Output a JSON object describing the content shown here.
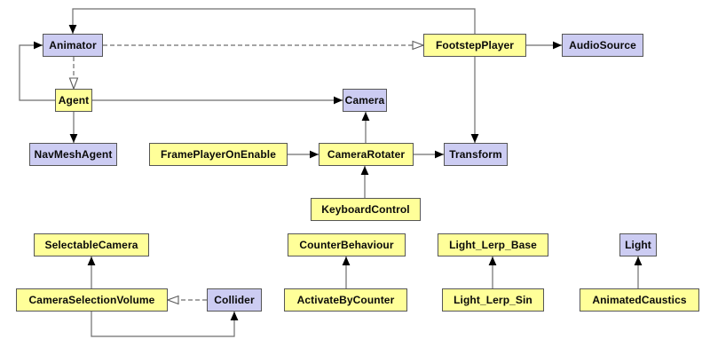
{
  "diagram": {
    "type": "component-dependency-diagram",
    "colors": {
      "script_fill": "#ffff99",
      "builtin_fill": "#ccccf2",
      "border": "#565656",
      "line": "#6e6e6e",
      "arrow_fill": "#000000",
      "background": "#ffffff",
      "text": "#0a0a0a"
    },
    "nodes": {
      "animator": {
        "label": "Animator",
        "kind": "builtin"
      },
      "footstep_player": {
        "label": "FootstepPlayer",
        "kind": "script"
      },
      "audio_source": {
        "label": "AudioSource",
        "kind": "builtin"
      },
      "agent": {
        "label": "Agent",
        "kind": "script"
      },
      "camera": {
        "label": "Camera",
        "kind": "builtin"
      },
      "nav_mesh_agent": {
        "label": "NavMeshAgent",
        "kind": "builtin"
      },
      "frame_player_on_enable": {
        "label": "FramePlayerOnEnable",
        "kind": "script"
      },
      "camera_rotater": {
        "label": "CameraRotater",
        "kind": "script"
      },
      "transform": {
        "label": "Transform",
        "kind": "builtin"
      },
      "keyboard_control": {
        "label": "KeyboardControl",
        "kind": "script"
      },
      "selectable_camera": {
        "label": "SelectableCamera",
        "kind": "script"
      },
      "counter_behaviour": {
        "label": "CounterBehaviour",
        "kind": "script"
      },
      "light_lerp_base": {
        "label": "Light_Lerp_Base",
        "kind": "script"
      },
      "light": {
        "label": "Light",
        "kind": "builtin"
      },
      "camera_selection_volume": {
        "label": "CameraSelectionVolume",
        "kind": "script"
      },
      "collider": {
        "label": "Collider",
        "kind": "builtin"
      },
      "activate_by_counter": {
        "label": "ActivateByCounter",
        "kind": "script"
      },
      "light_lerp_sin": {
        "label": "Light_Lerp_Sin",
        "kind": "script"
      },
      "animated_caustics": {
        "label": "AnimatedCaustics",
        "kind": "script"
      }
    },
    "edges": [
      {
        "from": "FootstepPlayer",
        "to": "Animator",
        "style": "solid",
        "arrowhead": "filled"
      },
      {
        "from": "Animator",
        "to": "FootstepPlayer",
        "style": "dashed",
        "arrowhead": "open"
      },
      {
        "from": "FootstepPlayer",
        "to": "AudioSource",
        "style": "solid",
        "arrowhead": "filled"
      },
      {
        "from": "Animator",
        "to": "Agent",
        "style": "dashed",
        "arrowhead": "open"
      },
      {
        "from": "Agent",
        "to": "Animator",
        "style": "solid",
        "arrowhead": "filled"
      },
      {
        "from": "Agent",
        "to": "Camera",
        "style": "solid",
        "arrowhead": "filled"
      },
      {
        "from": "Agent",
        "to": "NavMeshAgent",
        "style": "solid",
        "arrowhead": "filled"
      },
      {
        "from": "FramePlayerOnEnable",
        "to": "CameraRotater",
        "style": "solid",
        "arrowhead": "filled"
      },
      {
        "from": "CameraRotater",
        "to": "Camera",
        "style": "solid",
        "arrowhead": "filled"
      },
      {
        "from": "CameraRotater",
        "to": "Transform",
        "style": "solid",
        "arrowhead": "filled"
      },
      {
        "from": "FootstepPlayer",
        "to": "Transform",
        "style": "solid",
        "arrowhead": "filled"
      },
      {
        "from": "KeyboardControl",
        "to": "CameraRotater",
        "style": "solid",
        "arrowhead": "filled"
      },
      {
        "from": "CameraSelectionVolume",
        "to": "SelectableCamera",
        "style": "solid",
        "arrowhead": "filled"
      },
      {
        "from": "Collider",
        "to": "CameraSelectionVolume",
        "style": "dashed",
        "arrowhead": "open"
      },
      {
        "from": "CameraSelectionVolume",
        "to": "Collider",
        "style": "solid",
        "arrowhead": "filled"
      },
      {
        "from": "ActivateByCounter",
        "to": "CounterBehaviour",
        "style": "solid",
        "arrowhead": "filled"
      },
      {
        "from": "Light_Lerp_Sin",
        "to": "Light_Lerp_Base",
        "style": "solid",
        "arrowhead": "filled"
      },
      {
        "from": "AnimatedCaustics",
        "to": "Light",
        "style": "solid",
        "arrowhead": "filled"
      }
    ]
  }
}
